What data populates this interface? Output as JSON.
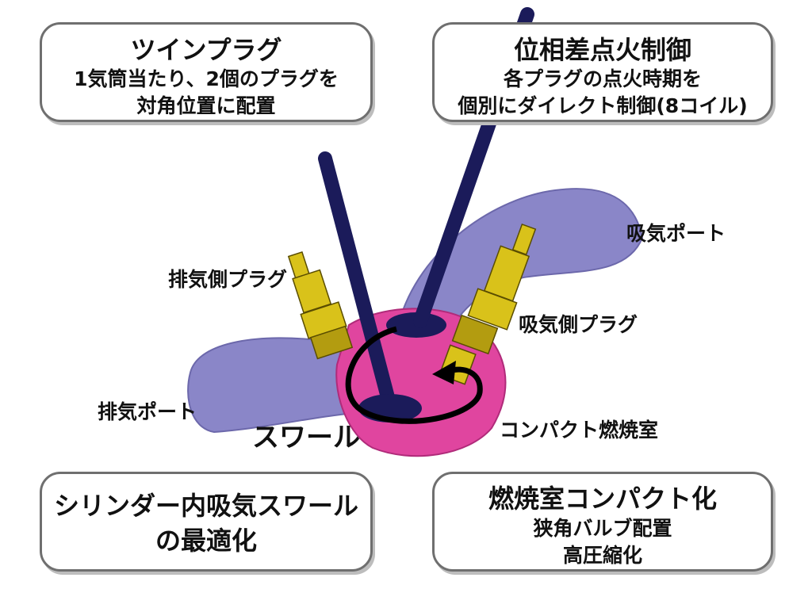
{
  "boxes": {
    "top_left": {
      "title": "ツインプラグ",
      "lines": [
        "1気筒当たり、2個のプラグを",
        "対角位置に配置"
      ]
    },
    "top_right": {
      "title": "位相差点火制御",
      "lines": [
        "各プラグの点火時期を",
        "個別にダイレクト制御(8コイル)"
      ]
    },
    "bottom_left": {
      "lines": [
        "シリンダー内吸気スワール",
        "の最適化"
      ]
    },
    "bottom_right": {
      "title": "燃焼室コンパクト化",
      "lines": [
        "狭角バルブ配置",
        "高圧縮化"
      ]
    }
  },
  "labels": {
    "intake_port": "吸気ポート",
    "exhaust_plug": "排気側プラグ",
    "intake_plug": "吸気側プラグ",
    "exhaust_port": "排気ポート",
    "compact_chamber": "コンパクト燃焼室",
    "swirl": "スワール"
  },
  "colors": {
    "port": "#8a86c8",
    "chamber": "#e0459f",
    "valve": "#1b1b5a",
    "plug": "#d9c21a",
    "arrow": "#000000"
  }
}
